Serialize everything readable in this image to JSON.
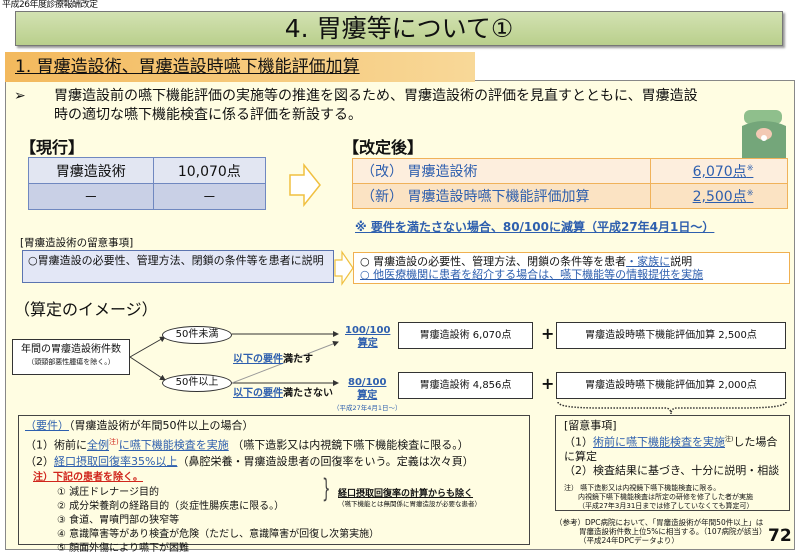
{
  "header": {
    "revision_label": "平成26年度診療報酬改定",
    "title": "4. 胃瘻等について①"
  },
  "section": {
    "heading": "1. 胃瘻造設術、胃瘻造設時嚥下機能評価加算"
  },
  "summary": {
    "bullet": "➢",
    "text_line1": "胃瘻造設前の嚥下機能評価の実施等の推進を図るため、胃瘻造設術の評価を見直すとともに、胃瘻造設",
    "text_line2": "時の適切な嚥下機能検査に係る評価を新設する。"
  },
  "current": {
    "heading": "【現行】",
    "rows": [
      [
        "胃瘻造設術",
        "10,070点"
      ],
      [
        "－",
        "－"
      ]
    ]
  },
  "revised": {
    "heading": "【改定後】",
    "rows": [
      [
        "（改） 胃瘻造設術",
        "6,070点",
        "※"
      ],
      [
        "（新） 胃瘻造設時嚥下機能評価加算",
        "2,500点",
        "※"
      ]
    ],
    "note": "※  要件を満たさない場合、80/100に減算（平成27年4月1日～）"
  },
  "considerations": {
    "heading": "[胃瘻造設術の留意事項]",
    "current_text": "○胃瘻造設の必要性、管理方法、閉鎖の条件等を患者に説明",
    "revised_line1_a": "○  胃瘻造設の必要性、管理方法、閉鎖の条件等を患者",
    "revised_line1_b": "・家族に",
    "revised_line1_c": "説明",
    "revised_line2": "○  他医療機関に患者を紹介する場合は、嚥下機能等の情報提供を実施"
  },
  "calc_image": {
    "heading": "（算定のイメージ）",
    "source_label": "年間の胃瘻造設術件数",
    "source_note": "（頭頸部悪性腫瘍を除く。）",
    "branch_under": "50件未満",
    "branch_over": "50件以上",
    "meets_a": "以下の要件",
    "meets_b": "満たす",
    "fails_a": "以下の要件",
    "fails_b": "満たさない",
    "rate_full": "100/100",
    "rate_full_label": "算定",
    "rate_reduced": "80/100",
    "rate_reduced_label": "算定",
    "rate_reduced_date": "（平成27年4月1日～）",
    "row1_a": "胃瘻造設術  6,070点",
    "row1_b": "胃瘻造設時嚥下機能評価加算  2,500点",
    "row2_a": "胃瘻造設術  4,856点",
    "row2_b": "胃瘻造設時嚥下機能評価加算  2,000点",
    "plus": "+"
  },
  "requirements": {
    "title_a": "（要件）",
    "title_b": "（胃瘻造設術が年間50件以上の場合）",
    "item1_a": "（1）術前に",
    "item1_b": "全例",
    "item1_sup": "注)",
    "item1_c": "に嚥下機能検査を実施",
    "item1_d": "（嚥下造影又は内視鏡下嚥下機能検査に限る。）",
    "item2_a": "（2）",
    "item2_b": "経口摂取回復率35%以上",
    "item2_c": "（鼻腔栄養・胃瘻造設患者の回復率をいう。定義は次々頁）",
    "exclusion_heading": "注）下記の患者を除く。",
    "exclusions": [
      "①  減圧ドレナージ目的",
      "②  成分栄養剤の経路目的（炎症性腸疾患に限る。）",
      "③  食道、胃噴門部の狭窄等",
      "④  意識障害等があり検査が危険（ただし、意識障害が回復し次第実施）",
      "⑤  顔面外傷により嚥下が困難"
    ],
    "brace_note": "経口摂取回復率の計算からも除く",
    "brace_sub": "（嚥下機能とは無関係に胃瘻造設が必要な患者）"
  },
  "notes": {
    "heading": "[留意事項]",
    "item1_a": "（1）",
    "item1_b": "術前に嚥下機能検査を実施",
    "item1_sup": "注)",
    "item1_c": "した場合に算定",
    "item2": "（2）検査結果に基づき、十分に説明・相談",
    "fn1": "注）  嚥下造影又は内視鏡下嚥下機能検査に限る。",
    "fn2": "内視鏡下嚥下機能検査は所定の研修を修了した者が実施",
    "fn3": "（平成27年3月31日までは修了していなくても算定可）"
  },
  "reference": {
    "line1": "（参考）DPC病院において、「胃瘻造設術が年間50件以上」は",
    "line2": "胃瘻造設術件数上位5%に相当する。（107病院が該当）",
    "line3": "（平成24年DPCデータより）"
  },
  "page_number": "72",
  "colors": {
    "title_bar": "#c6d9a0",
    "section": "#f3b95d",
    "background": "#fffde2",
    "link_blue": "#2e5fae",
    "red": "#d0261c"
  }
}
